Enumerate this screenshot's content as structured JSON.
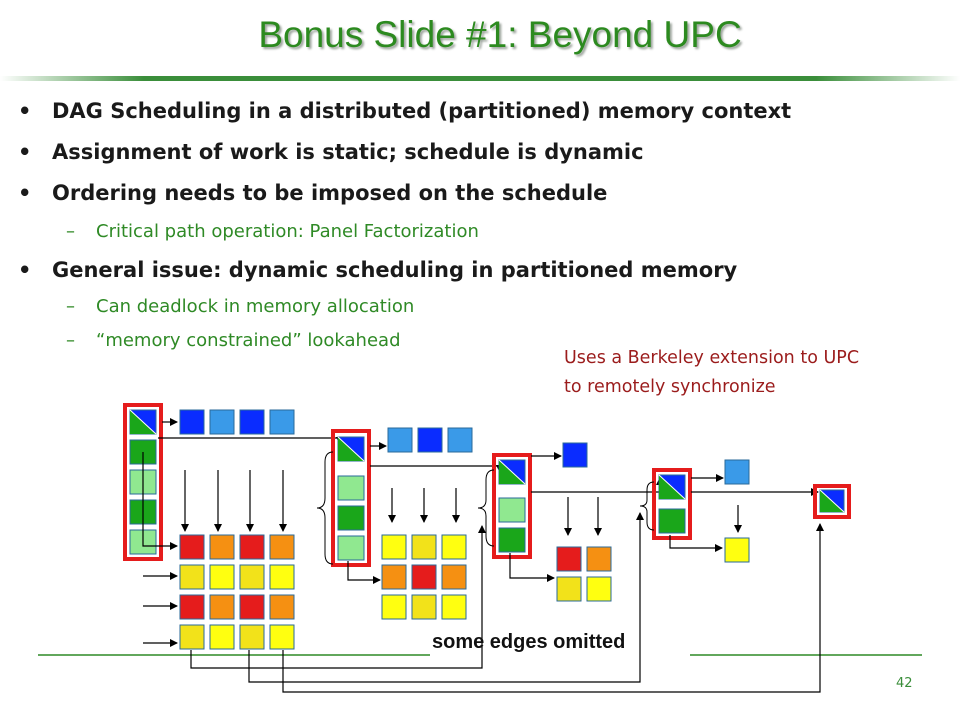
{
  "slide": {
    "title": "Bonus Slide #1: Beyond UPC",
    "bullets": [
      "DAG Scheduling in a distributed (partitioned) memory context",
      "Assignment of work is static; schedule is dynamic",
      "Ordering needs to be imposed on the schedule",
      "General issue: dynamic scheduling in partitioned memory"
    ],
    "sub_bullets": [
      "Critical path operation: Panel Factorization",
      "Can deadlock in memory allocation",
      "“memory constrained” lookahead"
    ],
    "note_line1": "Uses a Berkeley extension to UPC",
    "note_line2": "to remotely synchronize",
    "omitted_label": "some edges omitted",
    "page_number": "42"
  },
  "colors": {
    "title_green": "#2c8a1f",
    "sub_green": "#2f8a26",
    "note_red": "#9b1c1c",
    "highlight_red": "#e51c1c",
    "dark_green": "#1aa61a",
    "light_green": "#90e890",
    "blue": "#0a2cff",
    "light_blue": "#3a9ae8",
    "orange": "#f59012",
    "yellow": "#ffff10"
  }
}
